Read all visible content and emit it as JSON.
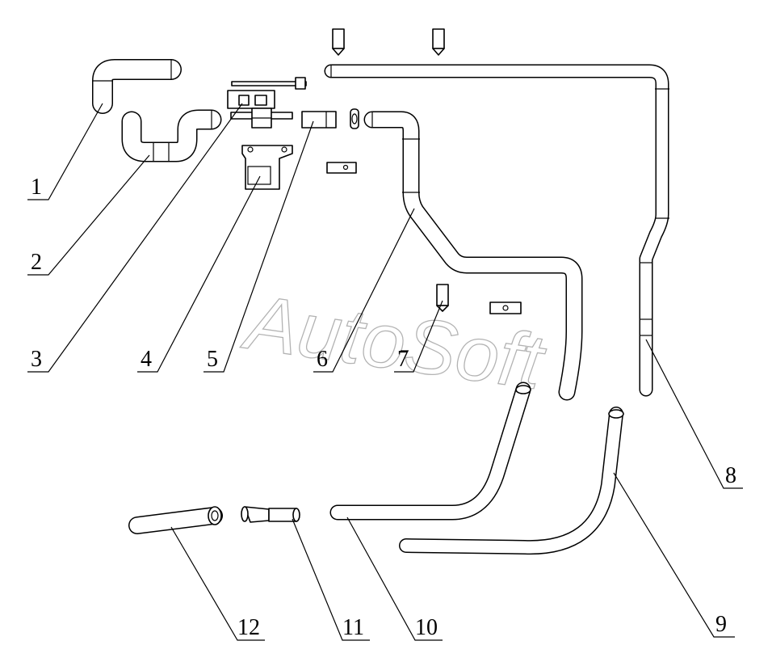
{
  "watermark": "AutoSoft",
  "callouts": [
    {
      "id": "1",
      "label": "1"
    },
    {
      "id": "2",
      "label": "2"
    },
    {
      "id": "3",
      "label": "3"
    },
    {
      "id": "4",
      "label": "4"
    },
    {
      "id": "5",
      "label": "5"
    },
    {
      "id": "6",
      "label": "6"
    },
    {
      "id": "7",
      "label": "7"
    },
    {
      "id": "8",
      "label": "8"
    },
    {
      "id": "9",
      "label": "9"
    },
    {
      "id": "10",
      "label": "10"
    },
    {
      "id": "11",
      "label": "11"
    },
    {
      "id": "12",
      "label": "12"
    }
  ]
}
